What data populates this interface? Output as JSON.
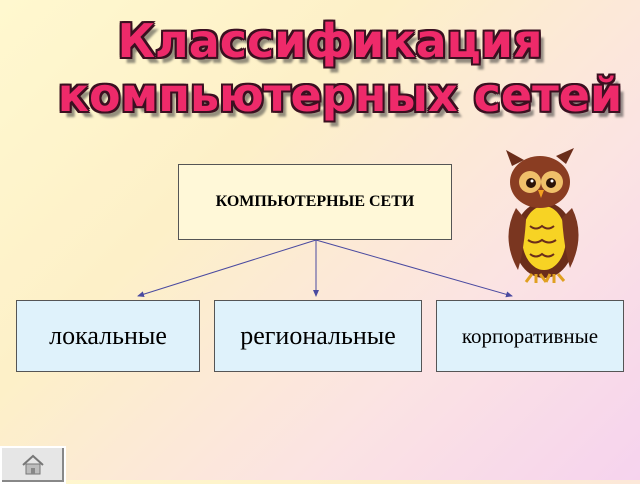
{
  "title": {
    "line1": "Классификация",
    "line2": "компьютерных сетей"
  },
  "diagram": {
    "root": "КОМПЬЮТЕРНЫЕ СЕТИ",
    "children": [
      "локальные",
      "региональные",
      "корпоративные"
    ]
  },
  "icons": {
    "mascot": "owl-icon",
    "home": "home-icon"
  },
  "colors": {
    "title": "#ee2a6a",
    "root_fill": "#fff8d8",
    "leaf_fill": "#dff2fb",
    "arrow": "#4a4aa0"
  }
}
